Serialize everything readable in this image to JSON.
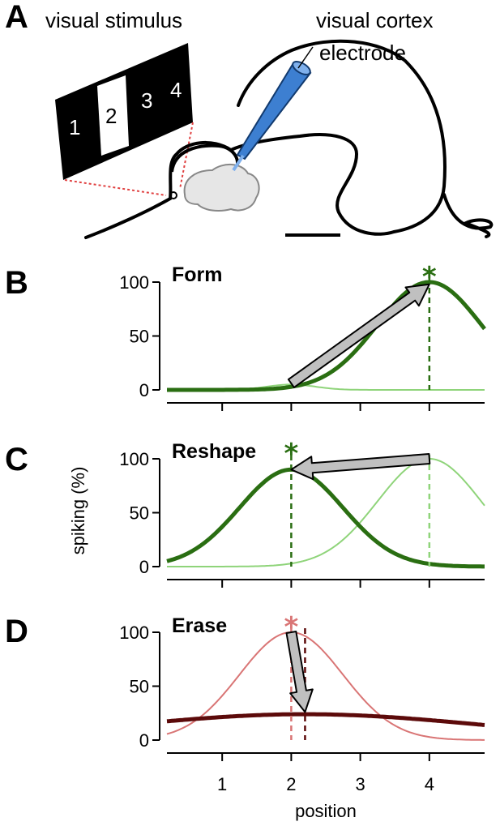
{
  "panel_a": {
    "letter": "A",
    "stimulus_label": "visual stimulus",
    "electrode_label_line1": "visual cortex",
    "electrode_label_line2": "electrode",
    "screen_positions": [
      "1",
      "2",
      "3",
      "4"
    ]
  },
  "colors": {
    "dark_green": "#2a6e12",
    "light_green": "#8fd47a",
    "dark_red": "#5c0a0a",
    "light_red": "#d97575",
    "arrow_fill": "#c0c0c0",
    "electrode_blue": "#3d7fd1",
    "dotted_red": "#e04040"
  },
  "shared": {
    "ylabel": "spiking (%)",
    "xlabel": "position",
    "x_tick_labels": [
      "1",
      "2",
      "3",
      "4"
    ],
    "y_tick_labels": [
      "0",
      "50",
      "100"
    ]
  },
  "chart_data": [
    {
      "type": "line",
      "letter": "B",
      "title": "Form",
      "xlim": [
        0.2,
        4.8
      ],
      "ylim": [
        0,
        100
      ],
      "x_ticks": [
        1,
        2,
        3,
        4
      ],
      "y_ticks": [
        0,
        50,
        100
      ],
      "series": [
        {
          "role": "before",
          "style": "thin",
          "color": "light_green",
          "mu": 2.0,
          "sigma": 0.35,
          "amp": 5,
          "base": 0
        },
        {
          "role": "after",
          "style": "thick",
          "color": "dark_green",
          "mu": 4.0,
          "sigma": 0.75,
          "amp": 100,
          "base": 0
        }
      ],
      "marker_lines": [
        {
          "x": 4.0,
          "color": "dark_green"
        }
      ],
      "star": {
        "x": 4.0,
        "color": "dark_green"
      },
      "arrow": {
        "from": [
          2.0,
          6
        ],
        "to": [
          4.0,
          98
        ]
      }
    },
    {
      "type": "line",
      "letter": "C",
      "title": "Reshape",
      "xlim": [
        0.2,
        4.8
      ],
      "ylim": [
        0,
        100
      ],
      "x_ticks": [
        1,
        2,
        3,
        4
      ],
      "y_ticks": [
        0,
        50,
        100
      ],
      "series": [
        {
          "role": "before",
          "style": "thin",
          "color": "light_green",
          "mu": 4.0,
          "sigma": 0.75,
          "amp": 100,
          "base": 0
        },
        {
          "role": "after",
          "style": "thick",
          "color": "dark_green",
          "mu": 2.0,
          "sigma": 0.75,
          "amp": 90,
          "base": 0
        }
      ],
      "marker_lines": [
        {
          "x": 2.0,
          "color": "dark_green"
        },
        {
          "x": 4.0,
          "color": "light_green"
        }
      ],
      "star": {
        "x": 2.0,
        "color": "dark_green"
      },
      "arrow": {
        "from": [
          4.0,
          100
        ],
        "to": [
          2.0,
          90
        ]
      }
    },
    {
      "type": "line",
      "letter": "D",
      "title": "Erase",
      "xlim": [
        0.2,
        4.8
      ],
      "ylim": [
        0,
        100
      ],
      "x_ticks": [
        1,
        2,
        3,
        4
      ],
      "y_ticks": [
        0,
        50,
        100
      ],
      "series": [
        {
          "role": "before",
          "style": "thin",
          "color": "light_red",
          "mu": 2.0,
          "sigma": 0.75,
          "amp": 100,
          "base": 0
        },
        {
          "role": "after",
          "style": "thick",
          "color": "dark_red",
          "mu": 2.2,
          "sigma": 2.5,
          "amp": 24,
          "base": 0
        }
      ],
      "marker_lines": [
        {
          "x": 2.0,
          "color": "light_red"
        },
        {
          "x": 2.2,
          "color": "dark_red"
        }
      ],
      "star": {
        "x": 2.0,
        "color": "light_red"
      },
      "arrow": {
        "from": [
          2.0,
          100
        ],
        "to": [
          2.2,
          26
        ]
      }
    }
  ]
}
